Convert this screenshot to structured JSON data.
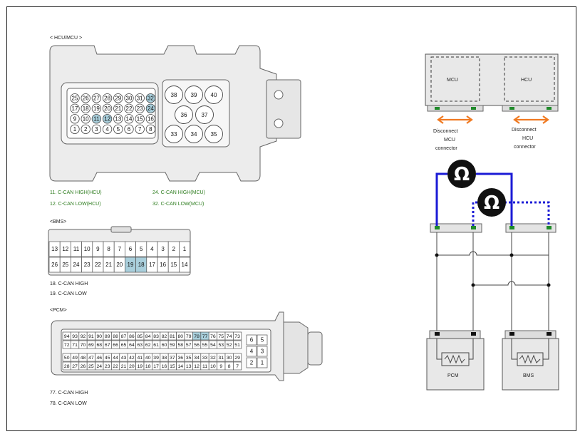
{
  "hcu_mcu": {
    "title": "< HCU/MCU        >",
    "grid_rows": [
      [
        "25",
        "26",
        "27",
        "28",
        "29",
        "30",
        "31",
        "32"
      ],
      [
        "17",
        "18",
        "19",
        "20",
        "21",
        "22",
        "23",
        "24"
      ],
      [
        "9",
        "10",
        "11",
        "12",
        "13",
        "14",
        "15",
        "16"
      ],
      [
        "1",
        "2",
        "3",
        "4",
        "5",
        "6",
        "7",
        "8"
      ]
    ],
    "highlight": [
      "32",
      "24",
      "11",
      "12"
    ],
    "round_pins": [
      "38",
      "39",
      "40",
      "36",
      "37",
      "33",
      "34",
      "35"
    ],
    "notes": [
      "11.    C-CAN HIGH(HCU)",
      "24.    C-CAN HIGH(MCU)",
      "12. C-CAN LOW(HCU)",
      "32. C-CAN LOW(MCU)"
    ]
  },
  "bms": {
    "title": "<BMS>",
    "row_top": [
      "13",
      "12",
      "11",
      "10",
      "9",
      "8",
      "7",
      "6",
      "5",
      "4",
      "3",
      "2",
      "1"
    ],
    "row_bottom": [
      "26",
      "25",
      "24",
      "23",
      "22",
      "21",
      "20",
      "19",
      "18",
      "17",
      "16",
      "15",
      "14"
    ],
    "highlight": [
      "19",
      "18"
    ],
    "notes": [
      "18.    C-CAN HIGH",
      "19. C-CAN LOW"
    ]
  },
  "pcm": {
    "title": "<PCM>",
    "row1": [
      "94",
      "93",
      "92",
      "91",
      "90",
      "89",
      "88",
      "87",
      "86",
      "85",
      "84",
      "83",
      "82",
      "81",
      "80",
      "79",
      "78",
      "77",
      "76",
      "75",
      "74",
      "73"
    ],
    "row2": [
      "72",
      "71",
      "70",
      "69",
      "68",
      "67",
      "66",
      "65",
      "64",
      "63",
      "62",
      "61",
      "60",
      "59",
      "58",
      "57",
      "56",
      "55",
      "54",
      "53",
      "52",
      "51"
    ],
    "row3": [
      "50",
      "49",
      "48",
      "47",
      "46",
      "45",
      "44",
      "43",
      "42",
      "41",
      "40",
      "39",
      "38",
      "37",
      "36",
      "35",
      "34",
      "33",
      "32",
      "31",
      "30",
      "29"
    ],
    "row4": [
      "28",
      "27",
      "26",
      "25",
      "24",
      "23",
      "22",
      "21",
      "20",
      "19",
      "18",
      "17",
      "16",
      "15",
      "14",
      "13",
      "12",
      "11",
      "10",
      "9",
      "8",
      "7"
    ],
    "side": [
      [
        "6",
        "5"
      ],
      [
        "4",
        "3"
      ],
      [
        "2",
        "1"
      ]
    ],
    "highlight": [
      "78",
      "77"
    ],
    "notes": [
      "77.    C-CAN HIGH",
      "78. C-CAN LOW"
    ]
  },
  "schematic": {
    "mcu_label": "MCU",
    "hcu_label": "HCU",
    "disconnect_mcu": [
      "Disconnect",
      "MCU",
      "connector"
    ],
    "disconnect_hcu": [
      "Disconnect",
      "HCU",
      "connector"
    ],
    "ohm_symbol": "Ω",
    "pcm_label": "PCM",
    "bms_label": "BMS"
  },
  "colors": {
    "highlight": "#a9cfdc",
    "meter_wire": "#1b1bd6",
    "arrow": "#f07a22",
    "pin_green": "#1f8a2a",
    "note_green": "#2e7d1f"
  }
}
